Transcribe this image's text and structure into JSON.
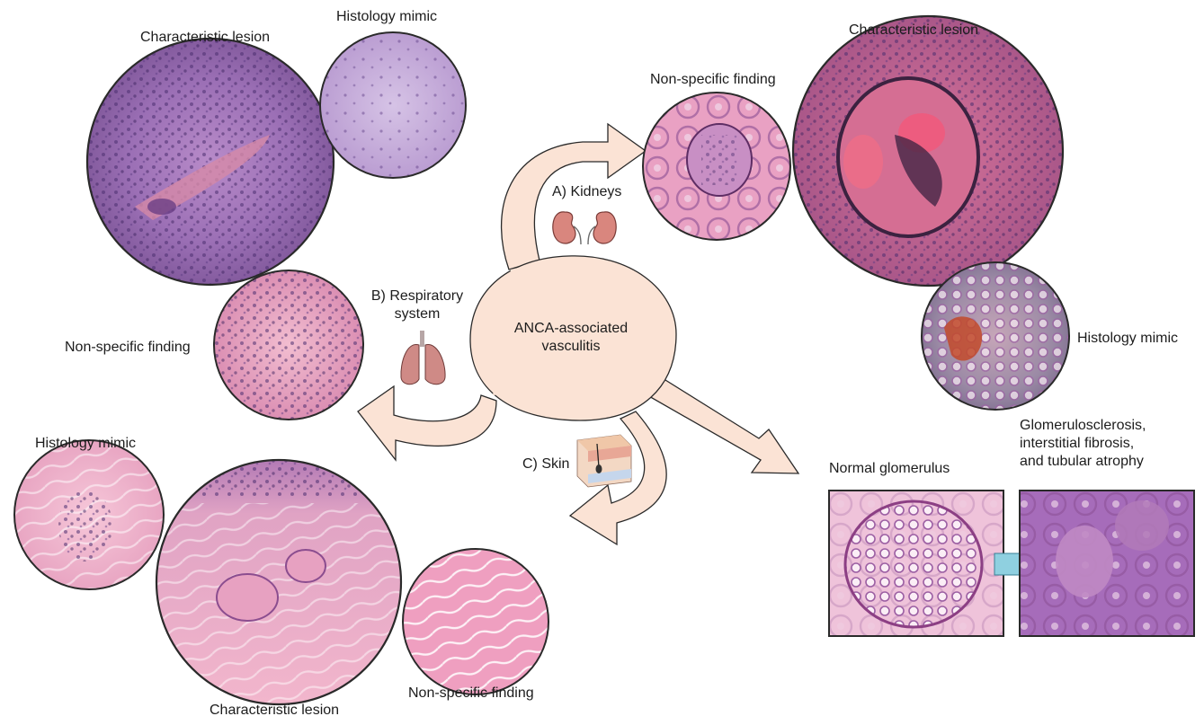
{
  "center": {
    "label_line1": "ANCA-associated",
    "label_line2": "vasculitis"
  },
  "organs": {
    "kidneys": {
      "label": "A) Kidneys",
      "icon": "kidneys-icon"
    },
    "respiratory": {
      "label_line1": "B) Respiratory",
      "label_line2": "system",
      "icon": "lungs-icon"
    },
    "skin": {
      "label": "C) Skin",
      "icon": "skin-layers-icon"
    }
  },
  "respiratory_panels": {
    "characteristic": "Characteristic lesion",
    "mimic": "Histology mimic",
    "nonspecific": "Non-specific finding"
  },
  "kidney_panels": {
    "nonspecific": "Non-specific finding",
    "characteristic": "Characteristic lesion",
    "mimic": "Histology mimic",
    "normal": "Normal glomerulus",
    "sclerosis_line1": "Glomerulosclerosis,",
    "sclerosis_line2": "interstitial fibrosis,",
    "sclerosis_line3": "and tubular atrophy"
  },
  "skin_panels": {
    "mimic": "Histology mimic",
    "characteristic": "Characteristic lesion",
    "nonspecific": "Non-specific finding"
  },
  "colors": {
    "blob_fill": "#fbe3d5",
    "outline": "#2a2a2a",
    "he_purple": "#a77fbf",
    "he_pink": "#e9a6c2",
    "transition_arrow": "#8fd0e0"
  }
}
